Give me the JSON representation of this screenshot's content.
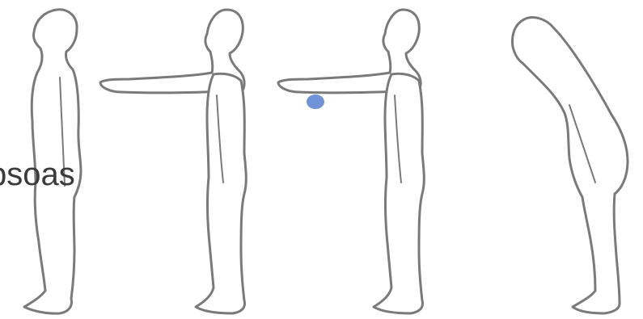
{
  "label": {
    "text": "psoas"
  },
  "colors": {
    "outline": "#7a7a7a",
    "marker": "#6f93d6",
    "label": "#3a3a3a"
  },
  "figures": [
    {
      "pose": "standing-arms-down"
    },
    {
      "pose": "standing-arms-forward"
    },
    {
      "pose": "standing-arms-forward-with-marker"
    },
    {
      "pose": "forward-bend"
    }
  ]
}
